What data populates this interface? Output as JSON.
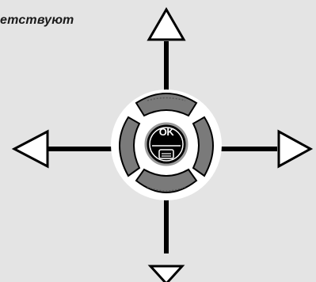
{
  "caption": {
    "text": "етствуют"
  },
  "navigation_pad": {
    "center_button_label": "OK",
    "arrows": [
      "up-arrow",
      "down-arrow",
      "left-arrow",
      "right-arrow"
    ],
    "colors": {
      "background": "#e4e4e4",
      "pad_ring": "#ffffff",
      "pad_button": "#7a7a7a",
      "center": "#000000",
      "line": "#000000"
    }
  }
}
